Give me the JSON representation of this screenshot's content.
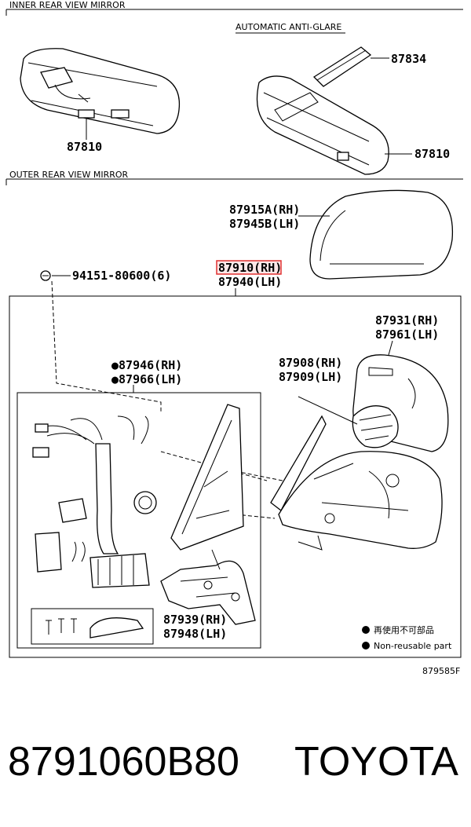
{
  "sections": {
    "inner": "INNER REAR VIEW MIRROR",
    "outer": "OUTER REAR VIEW MIRROR",
    "anti_glare": "AUTOMATIC ANTI-GLARE"
  },
  "callouts": {
    "p87834": "87834",
    "p87810_left": "87810",
    "p87810_right": "87810",
    "p87915a": "87915A(RH)",
    "p87945b": "87945B(LH)",
    "p94151": "94151-80600(6)",
    "p87910": "87910(RH)",
    "p87940": "87940(LH)",
    "p87931": "87931(RH)",
    "p87961": "87961(LH)",
    "p87946": "●87946(RH)",
    "p87966": "●87966(LH)",
    "p87908": "87908(RH)",
    "p87909": "87909(LH)",
    "p87939": "87939(RH)",
    "p87948": "87948(LH)"
  },
  "legend": {
    "cn": "再使用不可部品",
    "en": "Non-reusable part"
  },
  "figure_id": "879585F",
  "footer": {
    "part_number": "8791060B80",
    "brand": "TOYOTA"
  },
  "colors": {
    "highlight": "#e03030",
    "ink": "#000000"
  }
}
